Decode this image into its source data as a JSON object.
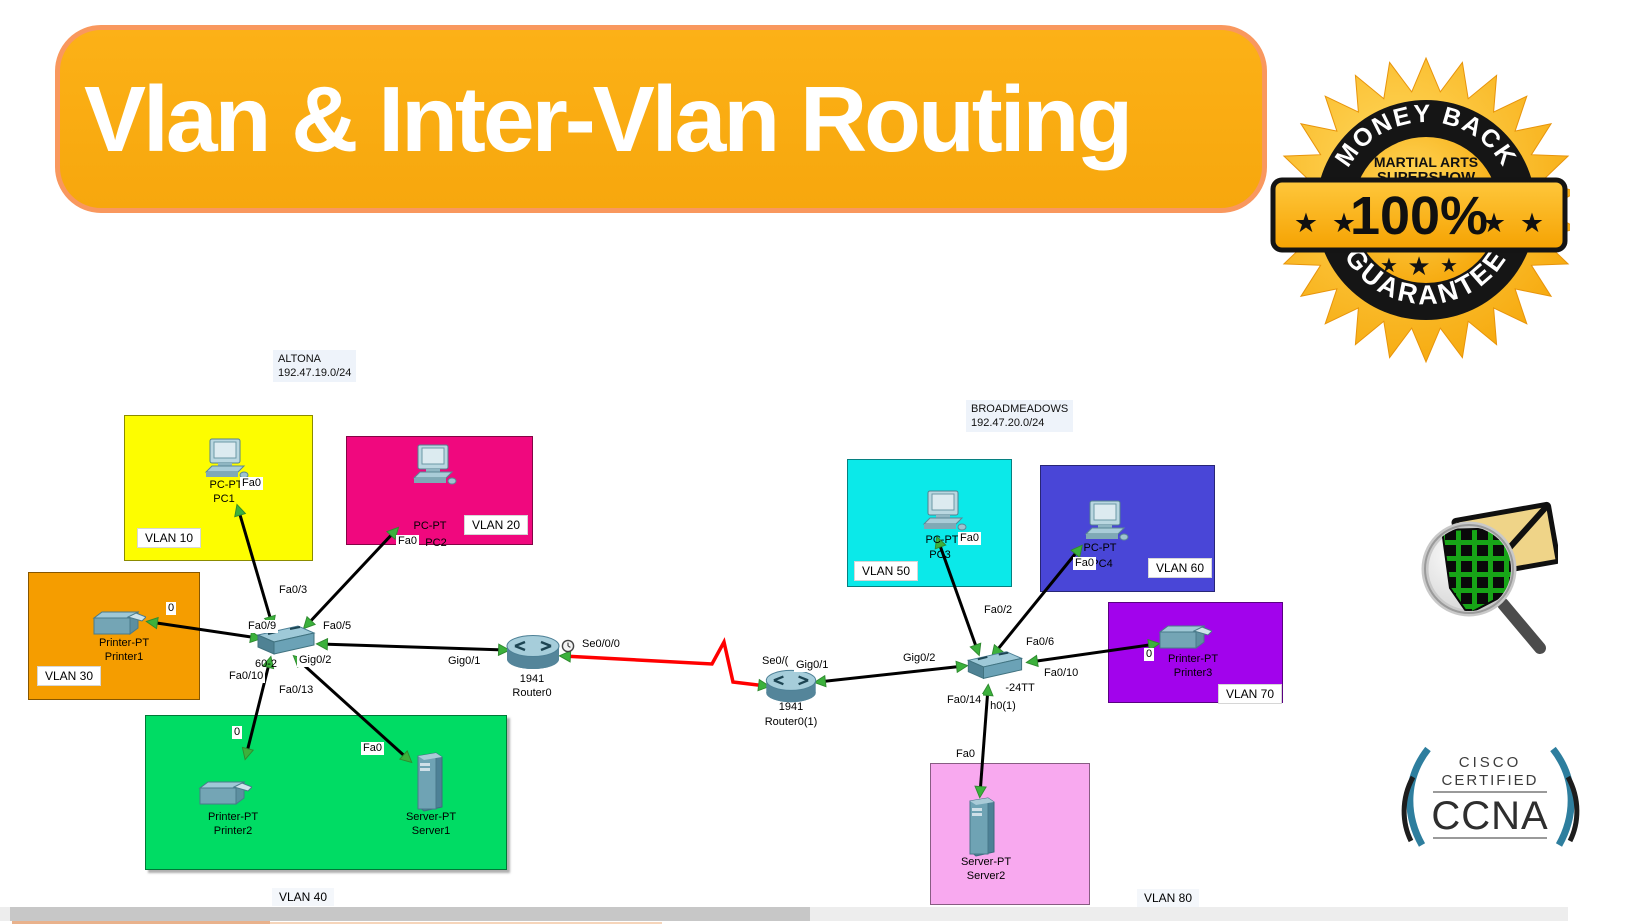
{
  "banner": {
    "title": "Vlan & Inter-Vlan Routing"
  },
  "badge": {
    "arc_top": "MONEY BACK",
    "arc_bottom": "GUARANTEE",
    "center_line1": "MARTIAL ARTS",
    "center_line2": "SUPERSHOW",
    "ribbon_value": "100%",
    "star": "★"
  },
  "sites": {
    "left": {
      "name": "ALTONA",
      "subnet": "192.47.19.0/24"
    },
    "right": {
      "name": "BROADMEADOWS",
      "subnet": "192.47.20.0/24"
    }
  },
  "vlans": [
    {
      "label": "VLAN 10",
      "color": "#FDFD00"
    },
    {
      "label": "VLAN 20",
      "color": "#F0087E"
    },
    {
      "label": "VLAN 30",
      "color": "#F59D00"
    },
    {
      "label": "VLAN 40",
      "color": "#00DC64"
    },
    {
      "label": "VLAN 50",
      "color": "#0BE9E9"
    },
    {
      "label": "VLAN 60",
      "color": "#4946D7"
    },
    {
      "label": "VLAN 70",
      "color": "#A203EC"
    },
    {
      "label": "VLAN 80",
      "color": "#F8A9EF"
    }
  ],
  "devices": {
    "pc1": {
      "type": "PC-PT",
      "name": "PC1",
      "port": "Fa0"
    },
    "pc2": {
      "type": "PC-PT",
      "name": "PC2",
      "port": "Fa0"
    },
    "pc3": {
      "type": "PC-PT",
      "name": "PC3",
      "port": "Fa0"
    },
    "pc4": {
      "type": "PC-PT",
      "name": "PC4",
      "port": "Fa0"
    },
    "printer1": {
      "type": "Printer-PT",
      "name": "Printer1",
      "port": "0"
    },
    "printer2": {
      "type": "Printer-PT",
      "name": "Printer2",
      "port": "0"
    },
    "printer3": {
      "type": "Printer-PT",
      "name": "Printer3",
      "port": "0"
    },
    "server1": {
      "type": "Server-PT",
      "name": "Server1",
      "port": "Fa0"
    },
    "server2": {
      "type": "Server-PT",
      "name": "Server2",
      "port": "Fa0"
    },
    "router0": {
      "model": "1941",
      "name": "Router0"
    },
    "router1": {
      "model": "1941",
      "name": "Router0(1)"
    },
    "switch_left": {
      "label_fragment": "60-2"
    },
    "switch_right": {
      "model_fragment": "-24TT",
      "name_fragment": "h0(1)"
    }
  },
  "ports": {
    "sw1_fa0_3": "Fa0/3",
    "sw1_fa0_9": "Fa0/9",
    "sw1_fa0_5": "Fa0/5",
    "sw1_gig0_2": "Gig0/2",
    "sw1_fa0_10": "Fa0/10",
    "sw1_fa0_13": "Fa0/13",
    "r0_gig0_1": "Gig0/1",
    "r0_se0_0_0": "Se0/0/0",
    "r1_se0_frag": "Se0/(",
    "r1_gig0_1": "Gig0/1",
    "sw2_gig0_2": "Gig0/2",
    "sw2_fa0_2": "Fa0/2",
    "sw2_fa0_6": "Fa0/6",
    "sw2_fa0_10": "Fa0/10",
    "sw2_fa0_14": "Fa0/14"
  },
  "ccna_logo": {
    "line1": "CISCO",
    "line2": "CERTIFIED",
    "name": "CCNA"
  },
  "colors": {
    "banner_fill": "#FBAD18",
    "banner_border": "#F9985E",
    "badge_gold": "#F7A70B",
    "badge_black": "#151515",
    "ethernet_link": "#000000",
    "serial_link": "#FF0000",
    "link_arrow": "#3CB13C"
  }
}
